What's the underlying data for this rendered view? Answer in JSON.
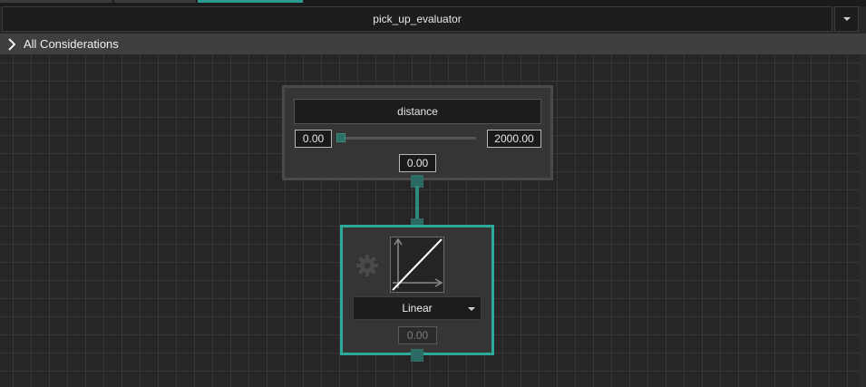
{
  "evaluator": {
    "selected": "pick_up_evaluator"
  },
  "section": {
    "label": "All Considerations"
  },
  "input_node": {
    "field": "distance",
    "min": "0.00",
    "max": "2000.00",
    "slider_value": 0.0,
    "current": "0.00"
  },
  "curve_node": {
    "curve_type": "Linear",
    "output": "0.00"
  },
  "colors": {
    "accent": "#2aa899",
    "port": "#2a6a62",
    "background": "#262626"
  }
}
